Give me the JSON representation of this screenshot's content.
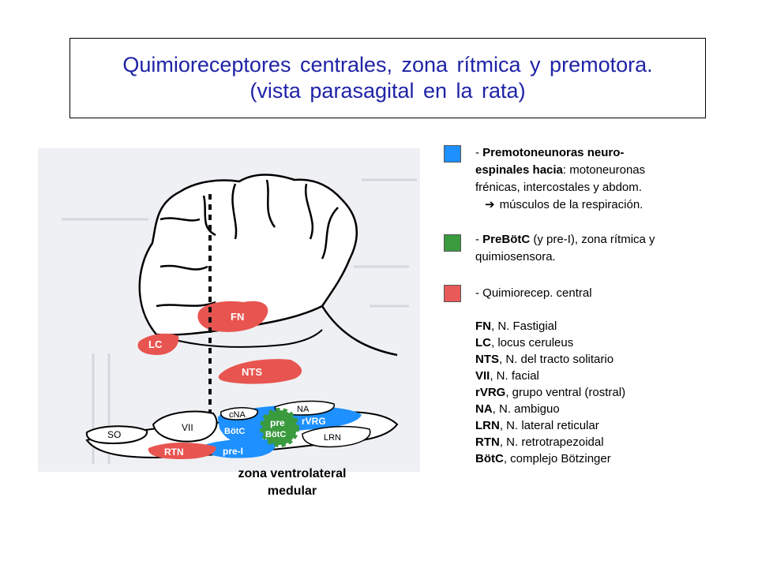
{
  "title": {
    "line1": "Quimioreceptores centrales, zona rítmica y premotora.",
    "line2": "(vista parasagital en la rata)"
  },
  "colors": {
    "blue": "#1e90ff",
    "green": "#3a9a3e",
    "red": "#e85a5a",
    "title": "#1f23a6"
  },
  "legend": [
    {
      "color_name": "blue",
      "lines": [
        {
          "prefix": "- ",
          "bold": "Premotoneunoras neuro-",
          "rest": ""
        },
        {
          "prefix": "",
          "bold": "espinales hacia",
          "rest": ": motoneuronas"
        },
        {
          "prefix": "",
          "bold": "",
          "rest": "frénicas, intercostales y abdom."
        }
      ],
      "arrow_icon": "right-arrow-icon",
      "arrow_text": "músculos de la respiración."
    },
    {
      "color_name": "green",
      "lines": [
        {
          "prefix": "- ",
          "bold": "PreBötC",
          "rest": " (y pre-I), zona  rítmica y"
        },
        {
          "prefix": "",
          "bold": "",
          "rest": "quimiosensora."
        }
      ]
    },
    {
      "color_name": "red",
      "lines": [
        {
          "prefix": "- ",
          "bold": "",
          "rest": "Quimiorecep. central"
        }
      ]
    }
  ],
  "abbreviations": [
    {
      "abbr": "FN",
      "desc": ", N. Fastigial"
    },
    {
      "abbr": "LC",
      "desc": ", locus ceruleus"
    },
    {
      "abbr": "NTS",
      "desc": ", N. del tracto solitario"
    },
    {
      "abbr": "VII",
      "desc": ", N. facial"
    },
    {
      "abbr": "rVRG",
      "desc": ", grupo ventral (rostral)"
    },
    {
      "abbr": "NA",
      "desc": ", N. ambiguo"
    },
    {
      "abbr": "LRN",
      "desc": ", N. lateral reticular"
    },
    {
      "abbr": "RTN",
      "desc": ", N. retrotrapezoidal"
    },
    {
      "abbr": "BötC",
      "desc": ", complejo Bötzinger"
    }
  ],
  "diagram": {
    "labels": {
      "fn": "FN",
      "lc": "LC",
      "nts": "NTS",
      "vii": "VII",
      "so": "SO",
      "rtn": "RTN",
      "pre_i": "pre-I",
      "botc": "BötC",
      "cna": "cNA",
      "na": "NA",
      "pre": "pre",
      "prebotc": "BötC",
      "rvrg": "rVRG",
      "lrn": "LRN"
    }
  },
  "caption": {
    "line1": "zona ventrolateral",
    "line2": "medular"
  }
}
